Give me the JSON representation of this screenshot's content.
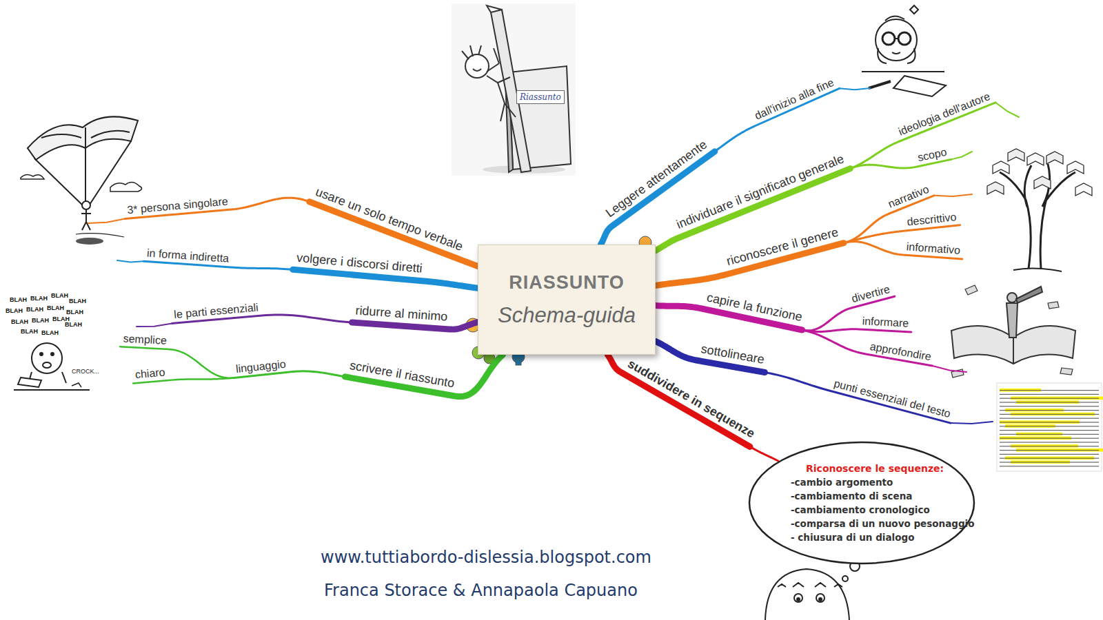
{
  "diagram": {
    "nodes": [
      {
        "text": [
          "RIASSUNTO",
          "Schema-guida"
        ]
      },
      {
        "text": [
          "Leggere attentamente"
        ]
      },
      {
        "text": [
          "dall'inizio alla fine"
        ]
      },
      {
        "text": [
          "individuare il significato generale"
        ]
      },
      {
        "text": [
          "ideologia dell'autore"
        ]
      },
      {
        "text": [
          "scopo"
        ]
      },
      {
        "text": [
          "riconoscere il genere"
        ]
      },
      {
        "text": [
          "narrativo"
        ]
      },
      {
        "text": [
          "descrittivo"
        ]
      },
      {
        "text": [
          "informativo"
        ]
      },
      {
        "text": [
          "capire la funzione"
        ]
      },
      {
        "text": [
          "divertire"
        ]
      },
      {
        "text": [
          "informare"
        ]
      },
      {
        "text": [
          "approfondire"
        ]
      },
      {
        "text": [
          "sottolineare"
        ]
      },
      {
        "text": [
          "punti essenziali del testo"
        ]
      },
      {
        "text": [
          "suddividere in sequenze"
        ]
      },
      {
        "text": [
          "Riconoscere le sequenze:",
          "-cambio argomento",
          "-cambiamento di scena",
          "-cambiamento cronologico",
          "-comparsa di un nuovo pesonaggio",
          "- chiusura di un dialogo"
        ]
      },
      {
        "text": [
          "usare un solo tempo verbale"
        ]
      },
      {
        "text": [
          "3* persona singolare"
        ]
      },
      {
        "text": [
          "volgere i discorsi diretti"
        ]
      },
      {
        "text": [
          "in forma indiretta"
        ]
      },
      {
        "text": [
          "ridurre al minimo"
        ]
      },
      {
        "text": [
          "le parti essenziali"
        ]
      },
      {
        "text": [
          "scrivere il riassunto"
        ]
      },
      {
        "text": [
          "linguaggio"
        ]
      },
      {
        "text": [
          "semplice"
        ]
      },
      {
        "text": [
          "chiaro"
        ]
      }
    ],
    "edges": [
      {
        "from": 0,
        "to": 1,
        "arrow": "none"
      },
      {
        "from": 1,
        "to": 2,
        "arrow": "none"
      },
      {
        "from": 0,
        "to": 3,
        "arrow": "none"
      },
      {
        "from": 3,
        "to": 4,
        "arrow": "none"
      },
      {
        "from": 3,
        "to": 5,
        "arrow": "none"
      },
      {
        "from": 0,
        "to": 6,
        "arrow": "none"
      },
      {
        "from": 6,
        "to": 7,
        "arrow": "none"
      },
      {
        "from": 6,
        "to": 8,
        "arrow": "none"
      },
      {
        "from": 6,
        "to": 9,
        "arrow": "none"
      },
      {
        "from": 0,
        "to": 10,
        "arrow": "none"
      },
      {
        "from": 10,
        "to": 11,
        "arrow": "none"
      },
      {
        "from": 10,
        "to": 12,
        "arrow": "none"
      },
      {
        "from": 10,
        "to": 13,
        "arrow": "none"
      },
      {
        "from": 0,
        "to": 14,
        "arrow": "none"
      },
      {
        "from": 14,
        "to": 15,
        "arrow": "none"
      },
      {
        "from": 0,
        "to": 16,
        "arrow": "none"
      },
      {
        "from": 16,
        "to": 17,
        "arrow": "none"
      },
      {
        "from": 0,
        "to": 18,
        "arrow": "none"
      },
      {
        "from": 18,
        "to": 19,
        "arrow": "none"
      },
      {
        "from": 0,
        "to": 20,
        "arrow": "none"
      },
      {
        "from": 20,
        "to": 21,
        "arrow": "none"
      },
      {
        "from": 0,
        "to": 22,
        "arrow": "none"
      },
      {
        "from": 22,
        "to": 23,
        "arrow": "none"
      },
      {
        "from": 0,
        "to": 24,
        "arrow": "none"
      },
      {
        "from": 24,
        "to": 25,
        "arrow": "none"
      },
      {
        "from": 25,
        "to": 26,
        "arrow": "none"
      },
      {
        "from": 25,
        "to": 27,
        "arrow": "none"
      }
    ],
    "labels": [
      "Riassunto",
      "BLAH",
      "BLAH",
      "BLAH",
      "BLAH",
      "BLAH",
      "BLAH",
      "BLAH",
      "BLAH",
      "BLAH",
      "BLAH",
      "BLAH",
      "BLAH",
      "BLAH",
      "BLAH",
      "CROCK...",
      "www.tuttiabordo-dislessia.blogspot.com",
      "Franca Storace & Annapaola Capuano"
    ]
  }
}
